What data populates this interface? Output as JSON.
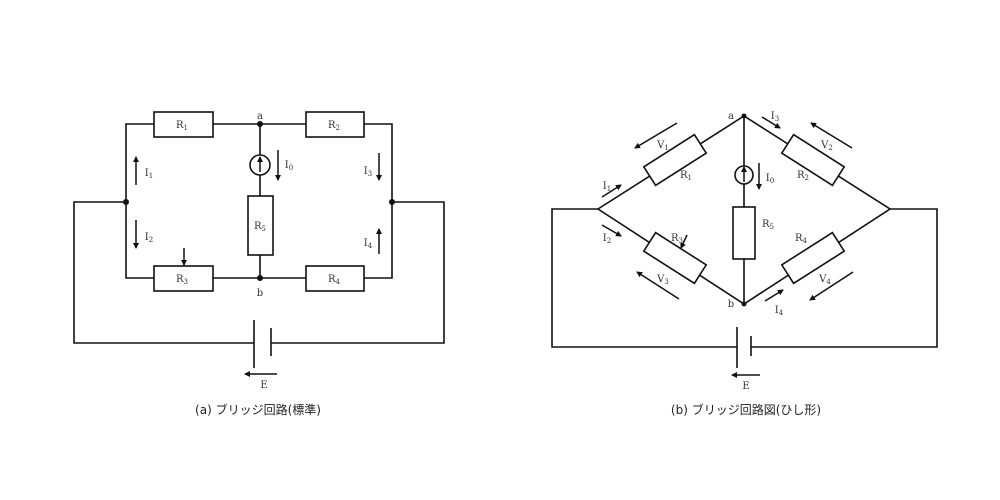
{
  "diagram_a": {
    "caption": "(a) ブリッジ回路(標準)",
    "node_a": "a",
    "node_b": "b",
    "R1": {
      "main": "R",
      "sub": "1"
    },
    "R2": {
      "main": "R",
      "sub": "2"
    },
    "R3": {
      "main": "R",
      "sub": "3"
    },
    "R4": {
      "main": "R",
      "sub": "4"
    },
    "R5": {
      "main": "R",
      "sub": "5"
    },
    "I0": {
      "main": "I",
      "sub": "0"
    },
    "I1": {
      "main": "I",
      "sub": "1"
    },
    "I2": {
      "main": "I",
      "sub": "2"
    },
    "I3": {
      "main": "I",
      "sub": "3"
    },
    "I4": {
      "main": "I",
      "sub": "4"
    },
    "E": "E"
  },
  "diagram_b": {
    "caption": "(b) ブリッジ回路図(ひし形)",
    "node_a": "a",
    "node_b": "b",
    "R1": {
      "main": "R",
      "sub": "1"
    },
    "R2": {
      "main": "R",
      "sub": "2"
    },
    "R3": {
      "main": "R",
      "sub": "3"
    },
    "R4": {
      "main": "R",
      "sub": "4"
    },
    "R5": {
      "main": "R",
      "sub": "5"
    },
    "I0": {
      "main": "I",
      "sub": "0"
    },
    "I1": {
      "main": "I",
      "sub": "1"
    },
    "I2": {
      "main": "I",
      "sub": "2"
    },
    "I3": {
      "main": "I",
      "sub": "3"
    },
    "I4": {
      "main": "I",
      "sub": "4"
    },
    "V1": {
      "main": "V",
      "sub": "1"
    },
    "V2": {
      "main": "V",
      "sub": "2"
    },
    "V3": {
      "main": "V",
      "sub": "3"
    },
    "V4": {
      "main": "V",
      "sub": "4"
    },
    "E": "E"
  }
}
